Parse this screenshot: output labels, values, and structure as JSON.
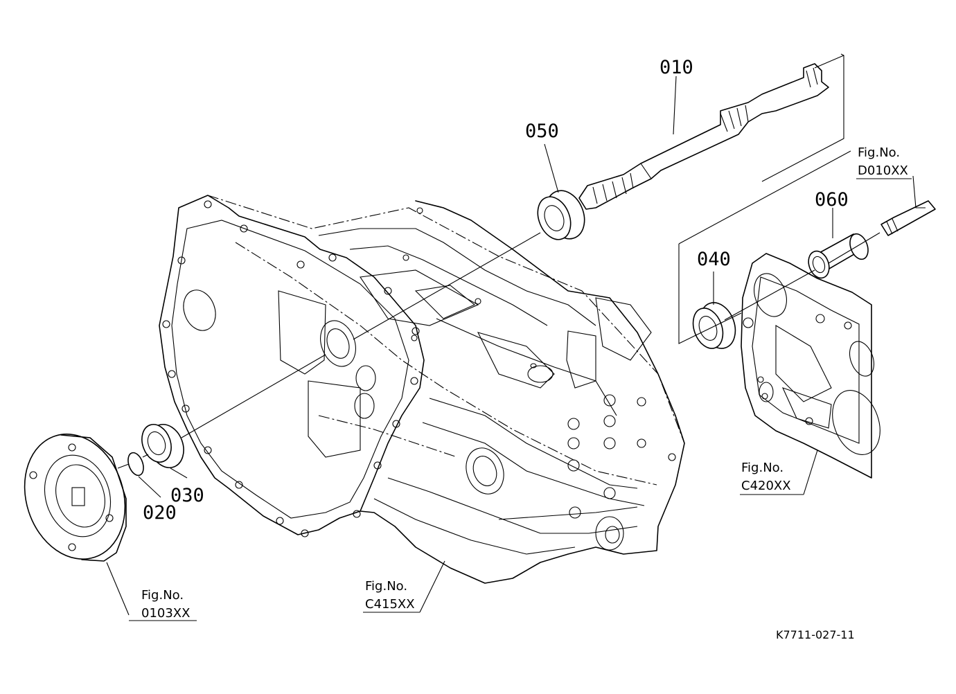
{
  "callouts": {
    "c010": "010",
    "c020": "020",
    "c030": "030",
    "c040": "040",
    "c050": "050",
    "c060": "060"
  },
  "figure_refs": {
    "d010": {
      "label": "Fig.No.",
      "code": "D010XX"
    },
    "c420": {
      "label": "Fig.No.",
      "code": "C420XX"
    },
    "c415": {
      "label": "Fig.No.",
      "code": "C415XX"
    },
    "o103": {
      "label": "Fig.No.",
      "code": "0103XX"
    }
  },
  "doc_number": "K7711-027-11",
  "colors": {
    "ink": "#000000",
    "paper": "#ffffff"
  }
}
